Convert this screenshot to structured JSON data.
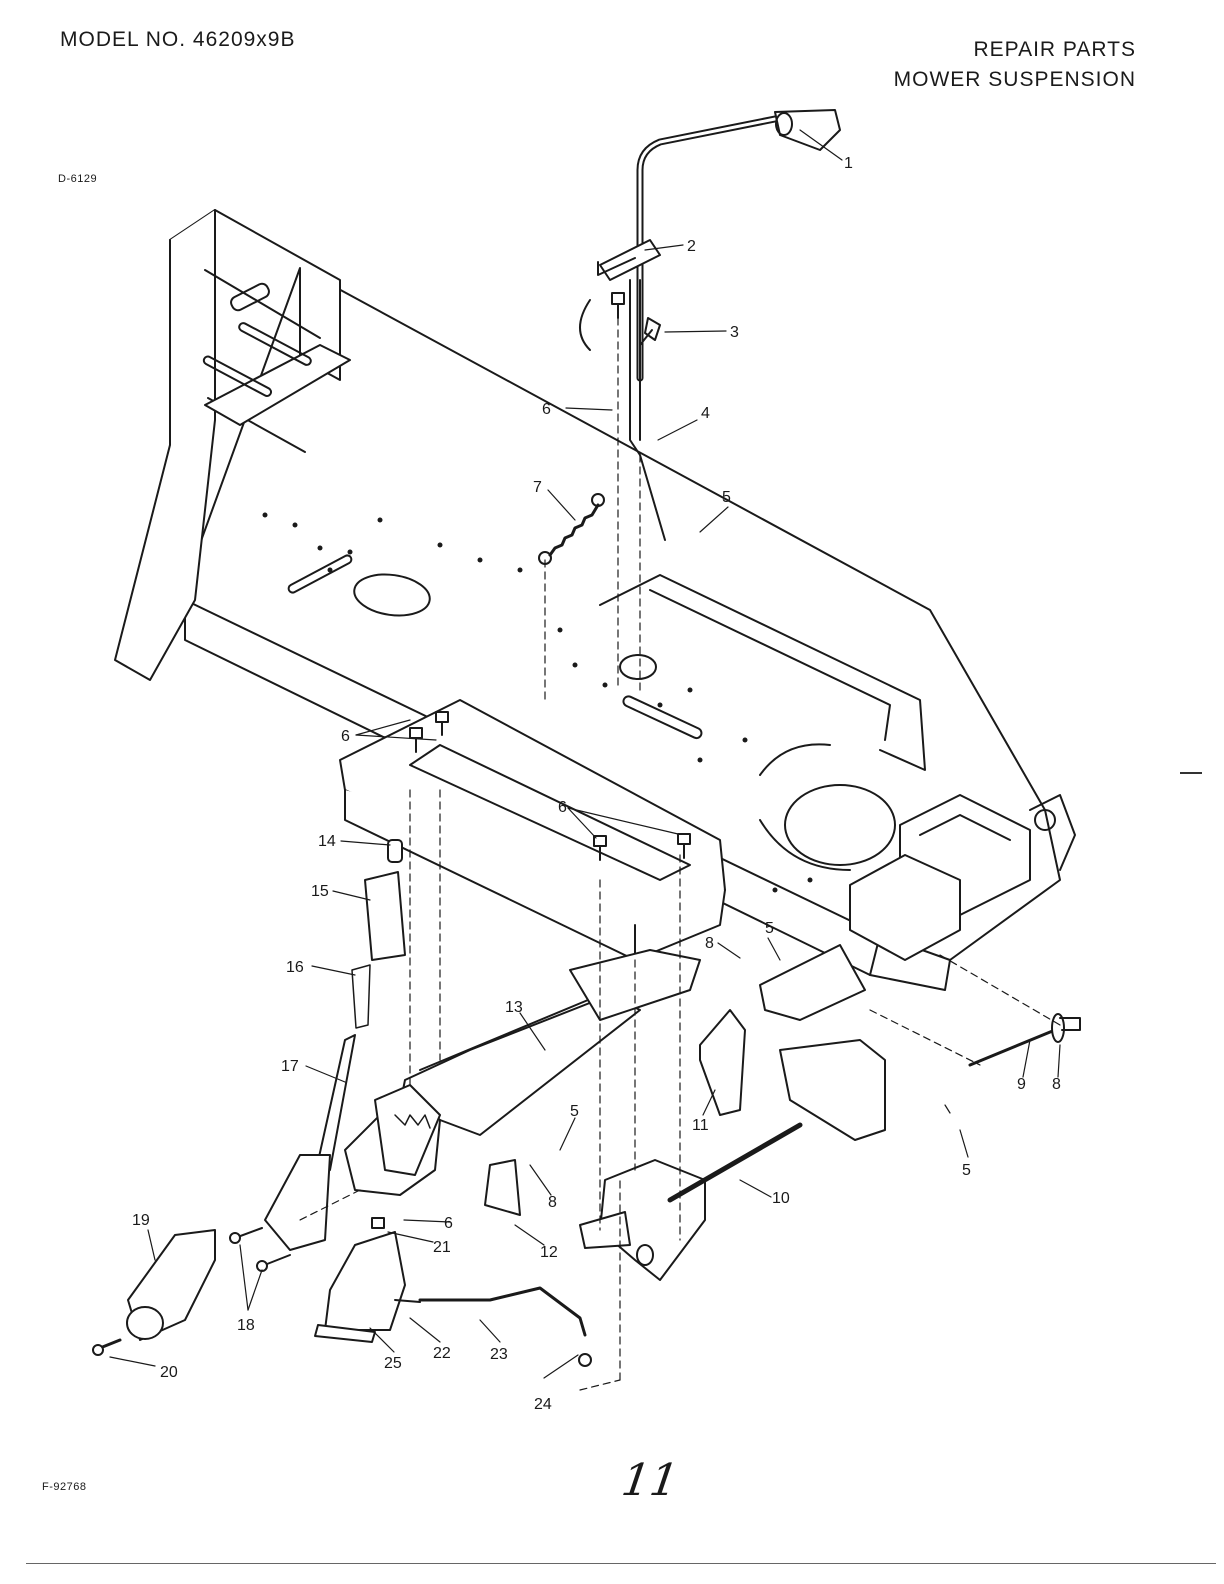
{
  "header": {
    "model": "MODEL NO. 46209x9B",
    "title_line1": "REPAIR PARTS",
    "title_line2": "MOWER SUSPENSION"
  },
  "diagram_code": "D-6129",
  "figure_code": "F-92768",
  "page_number": "11",
  "callouts": [
    "1",
    "2",
    "3",
    "4",
    "5",
    "6",
    "7",
    "8",
    "9",
    "10",
    "11",
    "12",
    "13",
    "14",
    "15",
    "16",
    "17",
    "18",
    "19",
    "20",
    "21",
    "22",
    "23",
    "24",
    "25"
  ],
  "colors": {
    "ink": "#1a1a1a",
    "paper": "#ffffff"
  }
}
